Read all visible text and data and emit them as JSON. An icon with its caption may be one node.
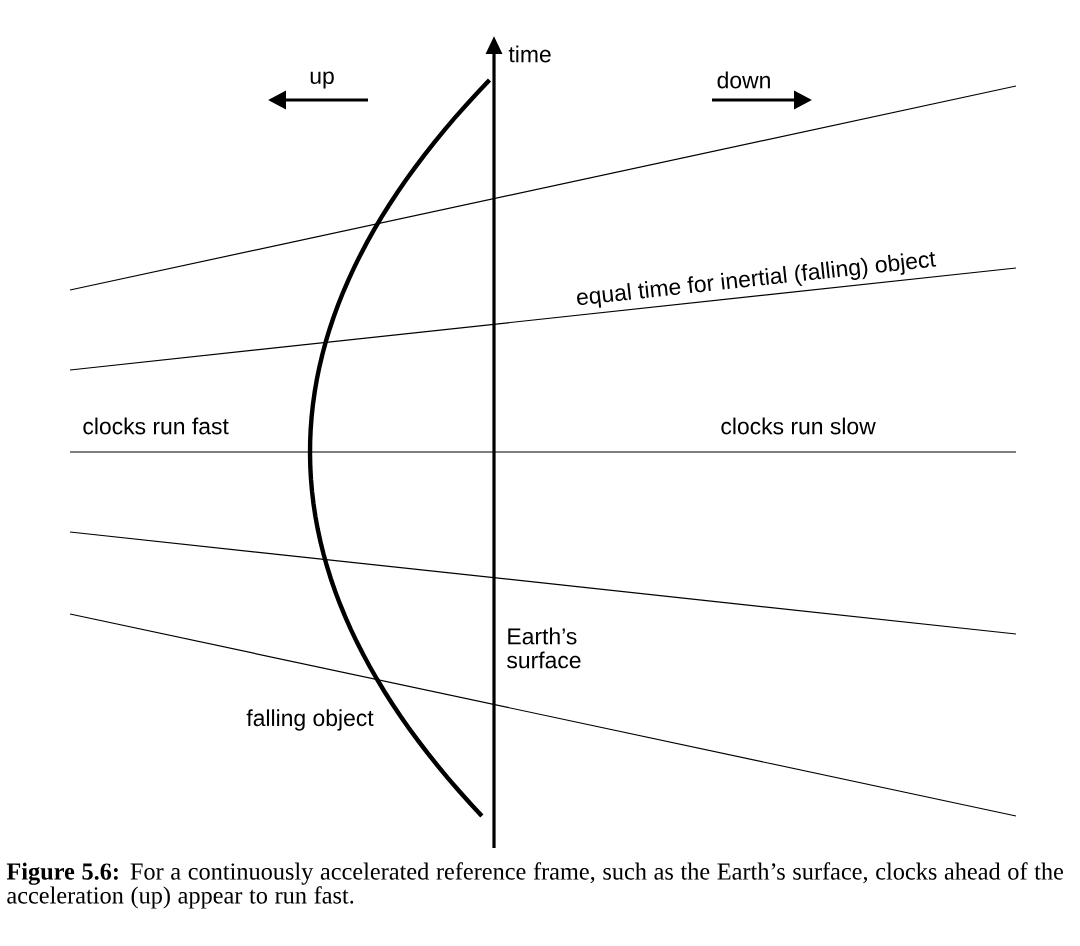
{
  "diagram": {
    "caption": "**Figure 5.6:** For a continuously accelerated reference frame, such as the Earth’s surface, clocks ahead of the acceleration (up) appear to run fast.",
    "labels": [
      "time",
      "up",
      "down",
      "equal time for inertial (falling) object",
      "clocks run fast",
      "clocks run slow",
      "Earth’s surface",
      "falling object"
    ]
  }
}
